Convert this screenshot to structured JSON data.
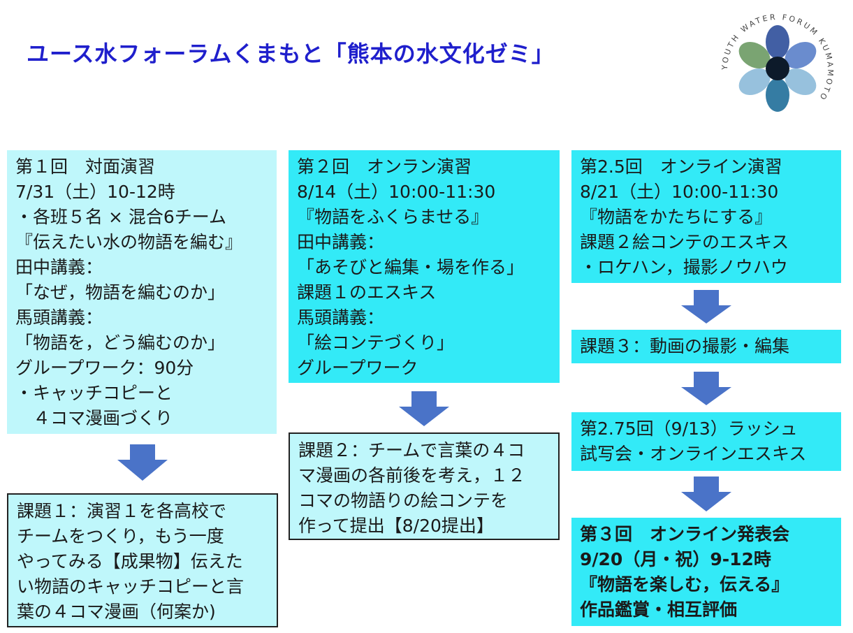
{
  "title": "ユース水フォーラムくまもと「熊本の水文化ゼミ」",
  "logo": {
    "ring_text": "YOUTH WATER FORUM KUMAMOTO",
    "icon": "water-flower-logo-icon",
    "colors": [
      "#2e4e9a",
      "#5a7fc9",
      "#6b9a63",
      "#8cbad9",
      "#1f6e99",
      "#0d1a2a"
    ]
  },
  "colors": {
    "light": "#bff7fb",
    "cyan": "#33eaf7",
    "arrow": "#4a73c8",
    "title": "#1f1fcc"
  },
  "col1": {
    "session": [
      "第１回　対面演習",
      "7/31（土）10-12時",
      "・各班５名 × 混合6チーム",
      "『伝えたい水の物語を編む』",
      "田中講義：",
      "「なぜ，物語を編むのか」",
      "馬頭講義：",
      "「物語を，どう編むのか」",
      "グループワーク：90分",
      "・キャッチコピーと",
      "　４コマ漫画づくり"
    ],
    "task": [
      "課題１：演習１を各高校で",
      "チームをつくり，もう一度",
      "やってみる【成果物】伝えた",
      "い物語のキャッチコピーと言",
      "葉の４コマ漫画（何案か)"
    ]
  },
  "col2": {
    "session": [
      "第２回　オンラン演習",
      "8/14（土）10:00-11:30",
      "『物語をふくらませる』",
      "田中講義：",
      "「あそびと編集・場を作る」",
      "課題１のエスキス",
      "馬頭講義：",
      "「絵コンテづくり」",
      "グループワーク"
    ],
    "task": [
      "課題２：チームで言葉の４コ",
      "マ漫画の各前後を考え，１２",
      "コマの物語りの絵コンテを",
      "作って提出【8/20提出】"
    ]
  },
  "col3": {
    "session": [
      "第2.5回　オンライン演習",
      "8/21（土）10:00-11:30",
      "『物語をかたちにする』",
      "課題２絵コンテのエスキス",
      "・ロケハン，撮影ノウハウ"
    ],
    "task3": "課題３：動画の撮影・編集",
    "rush": [
      "第2.75回（9/13）ラッシュ",
      "試写会・オンラインエスキス"
    ],
    "final": [
      "第３回　オンライン発表会",
      "9/20（月・祝）9-12時",
      "『物語を楽しむ，伝える』",
      "作品鑑賞・相互評価"
    ]
  }
}
